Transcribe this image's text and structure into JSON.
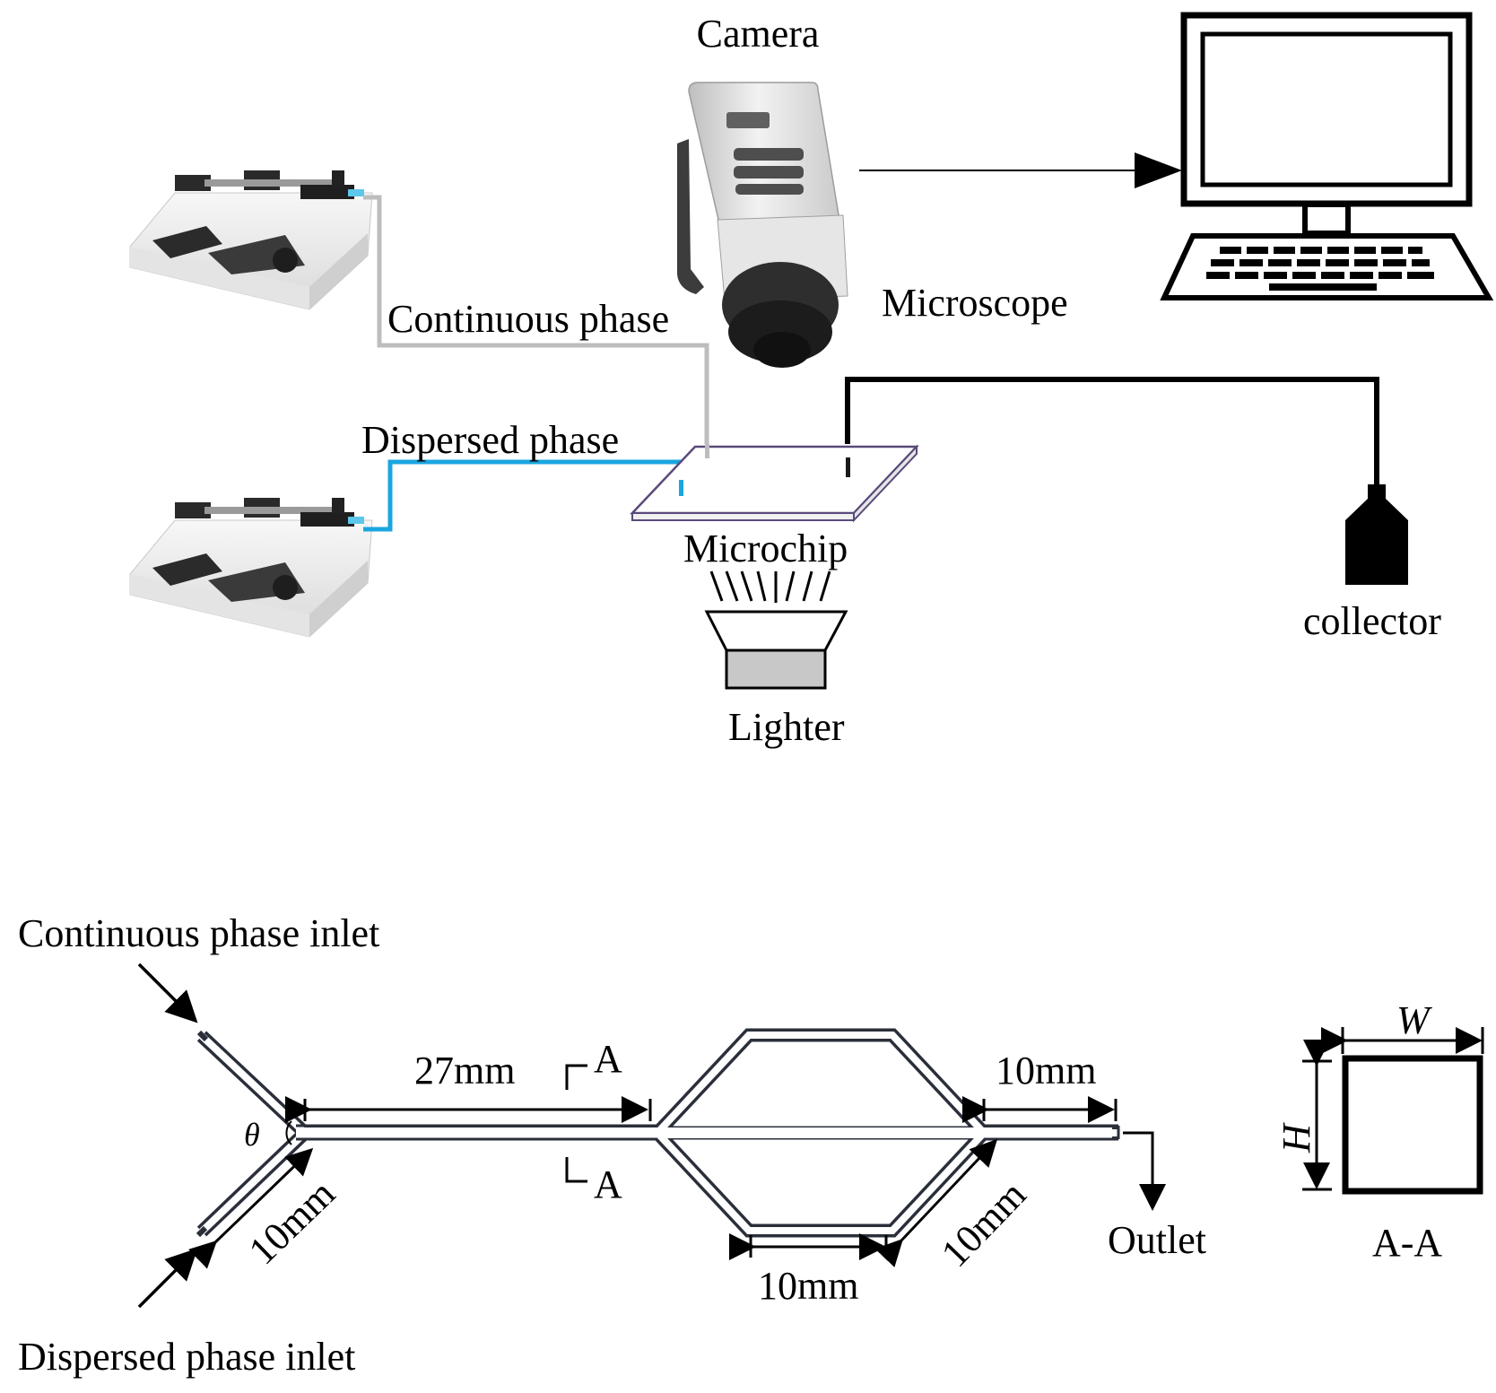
{
  "labels": {
    "camera": "Camera",
    "microscope": "Microscope",
    "continuous_phase": "Continuous phase",
    "dispersed_phase": "Dispersed phase",
    "microchip": "Microchip",
    "lighter": "Lighter",
    "collector": "collector"
  },
  "channel": {
    "continuous_inlet": "Continuous phase inlet",
    "dispersed_inlet": "Dispersed phase inlet",
    "angle_symbol": "θ",
    "dim_main": "27mm",
    "dim_outlet": "10mm",
    "dim_inlet": "10mm",
    "dim_bottom": "10mm",
    "dim_diag": "10mm",
    "section_mark": "A",
    "outlet": "Outlet",
    "width_symbol": "W",
    "height_symbol": "H",
    "section_label": "A-A"
  },
  "colors": {
    "continuous_tube": "#bdbdbd",
    "dispersed_tube": "#1aa6e0",
    "channel_wall": "#2a2f3a",
    "chip_edge": "#5a4a7a"
  }
}
